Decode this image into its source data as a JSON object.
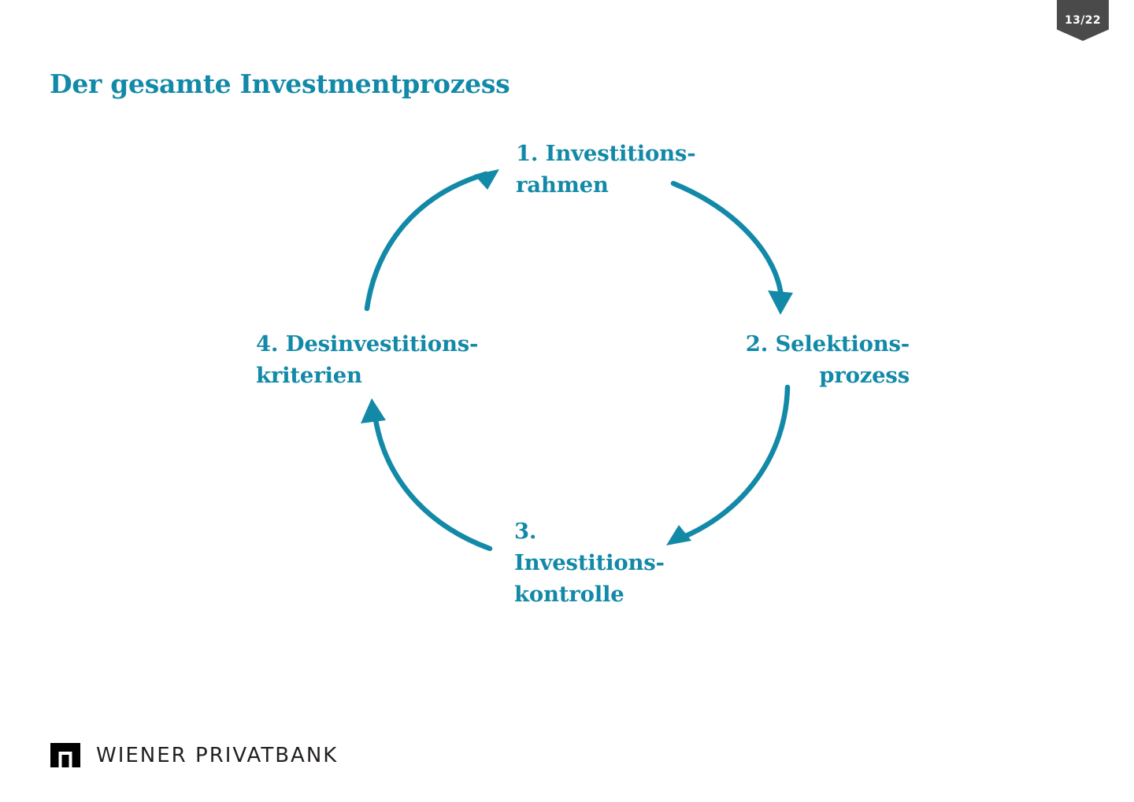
{
  "slide": {
    "title": "Der gesamte Investmentprozess",
    "background_color": "#ffffff",
    "accent_color": "#1389a8",
    "badge_color": "#4a4a4a",
    "logo_color": "#231f20"
  },
  "page_badge": {
    "label": "13/22",
    "current_page": 13,
    "total_pages": 22
  },
  "diagram": {
    "type": "cycle",
    "direction": "clockwise",
    "step_count": 4,
    "steps": [
      {
        "number": "1.",
        "label": "1. Investitions-\nrahmen",
        "position": "top",
        "align": "left"
      },
      {
        "number": "2.",
        "label": "2. Selektions-\nprozess",
        "position": "right",
        "align": "right"
      },
      {
        "number": "3.",
        "label": "3.\nInvestitions-\nkontrolle",
        "position": "bottom",
        "align": "left"
      },
      {
        "number": "4.",
        "label": "4. Desinvestitions-\nkriterien",
        "position": "left",
        "align": "left"
      }
    ],
    "arrows": [
      {
        "name": "arrow-4-to-1",
        "from": "4. Desinvestitionskriterien",
        "to": "1. Investitionsrahmen",
        "quadrant": "top-left"
      },
      {
        "name": "arrow-1-to-2",
        "from": "1. Investitionsrahmen",
        "to": "2. Selektionsprozess",
        "quadrant": "top-right"
      },
      {
        "name": "arrow-2-to-3",
        "from": "2. Selektionsprozess",
        "to": "3. Investitionskontrolle",
        "quadrant": "bottom-right"
      },
      {
        "name": "arrow-3-to-4",
        "from": "3. Investitionskontrolle",
        "to": "4. Desinvestitionskriterien",
        "quadrant": "bottom-left"
      }
    ]
  },
  "footer": {
    "brand_name": "WIENER PRIVATBANK",
    "logo_icon": "wiener-privatbank-square-arch-mark"
  }
}
